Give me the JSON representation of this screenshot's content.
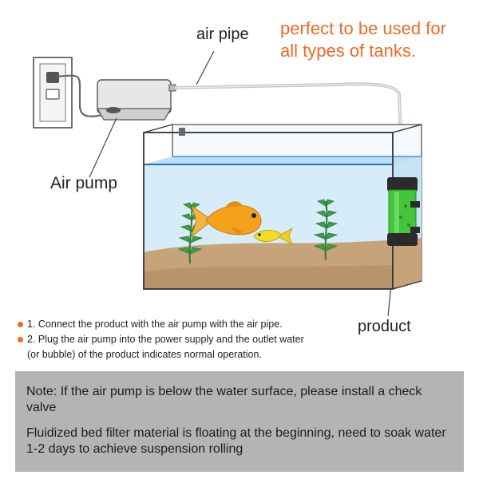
{
  "labels": {
    "air_pipe": "air pipe",
    "air_pump": "Air pump",
    "product": "product"
  },
  "headline": {
    "line1": "perfect to be used for",
    "line2": "all types of tanks."
  },
  "steps": [
    {
      "text": "1. Connect the product with the air pump with the air pipe.",
      "cont": ""
    },
    {
      "text": "2. Plug the air pump into the power supply and the outlet water",
      "cont": "(or bubble) of the product indicates normal operation."
    }
  ],
  "note": {
    "p1": "Note: If the air pump is below the water surface, please install a check valve",
    "p2": "Fluidized bed filter material is floating at the beginning, need to soak water 1-2 days to achieve suspension rolling"
  },
  "colors": {
    "accent": "#ef6a26",
    "water": "#d6ecf9",
    "sand": "#c6a378",
    "filter_green": "#45c43c",
    "fish_orange": "#f4a21c",
    "fish_yellow": "#f5dc24",
    "plant_green": "#3f9e46",
    "note_bg": "#b4b4b4"
  }
}
